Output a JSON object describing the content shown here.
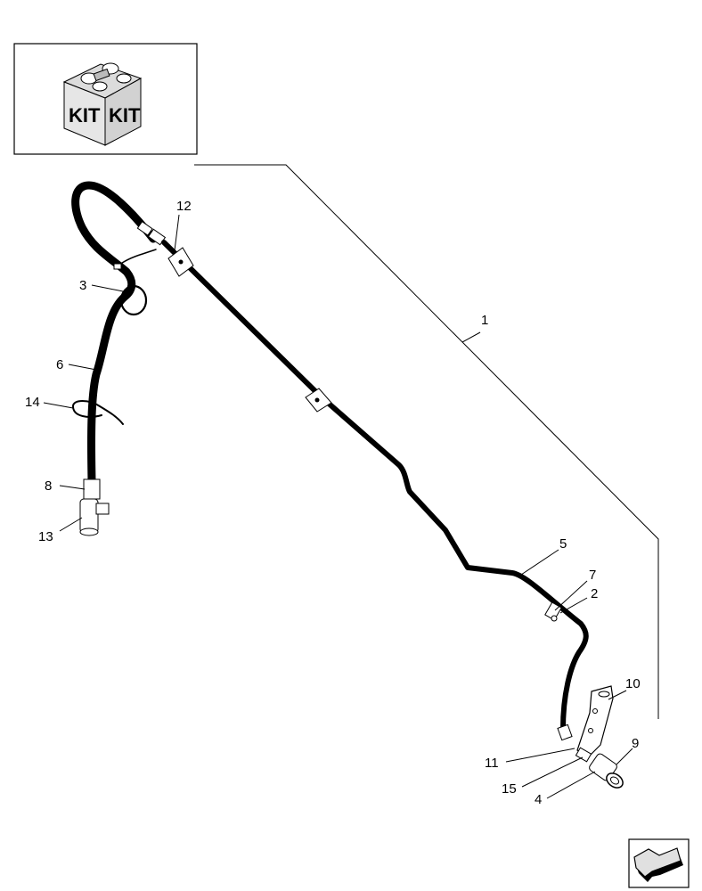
{
  "kit_box": {
    "left_label": "KIT",
    "right_label": "KIT",
    "icon": "kit-box-icon"
  },
  "callouts": [
    {
      "id": "1",
      "text": "1"
    },
    {
      "id": "2",
      "text": "2"
    },
    {
      "id": "3",
      "text": "3"
    },
    {
      "id": "4",
      "text": "4"
    },
    {
      "id": "5",
      "text": "5"
    },
    {
      "id": "6",
      "text": "6"
    },
    {
      "id": "7",
      "text": "7"
    },
    {
      "id": "8",
      "text": "8"
    },
    {
      "id": "9",
      "text": "9"
    },
    {
      "id": "10",
      "text": "10"
    },
    {
      "id": "11",
      "text": "11"
    },
    {
      "id": "12",
      "text": "12"
    },
    {
      "id": "13",
      "text": "13"
    },
    {
      "id": "14",
      "text": "14"
    },
    {
      "id": "15",
      "text": "15"
    }
  ],
  "nav": {
    "icon": "next-page-arrow-icon"
  }
}
